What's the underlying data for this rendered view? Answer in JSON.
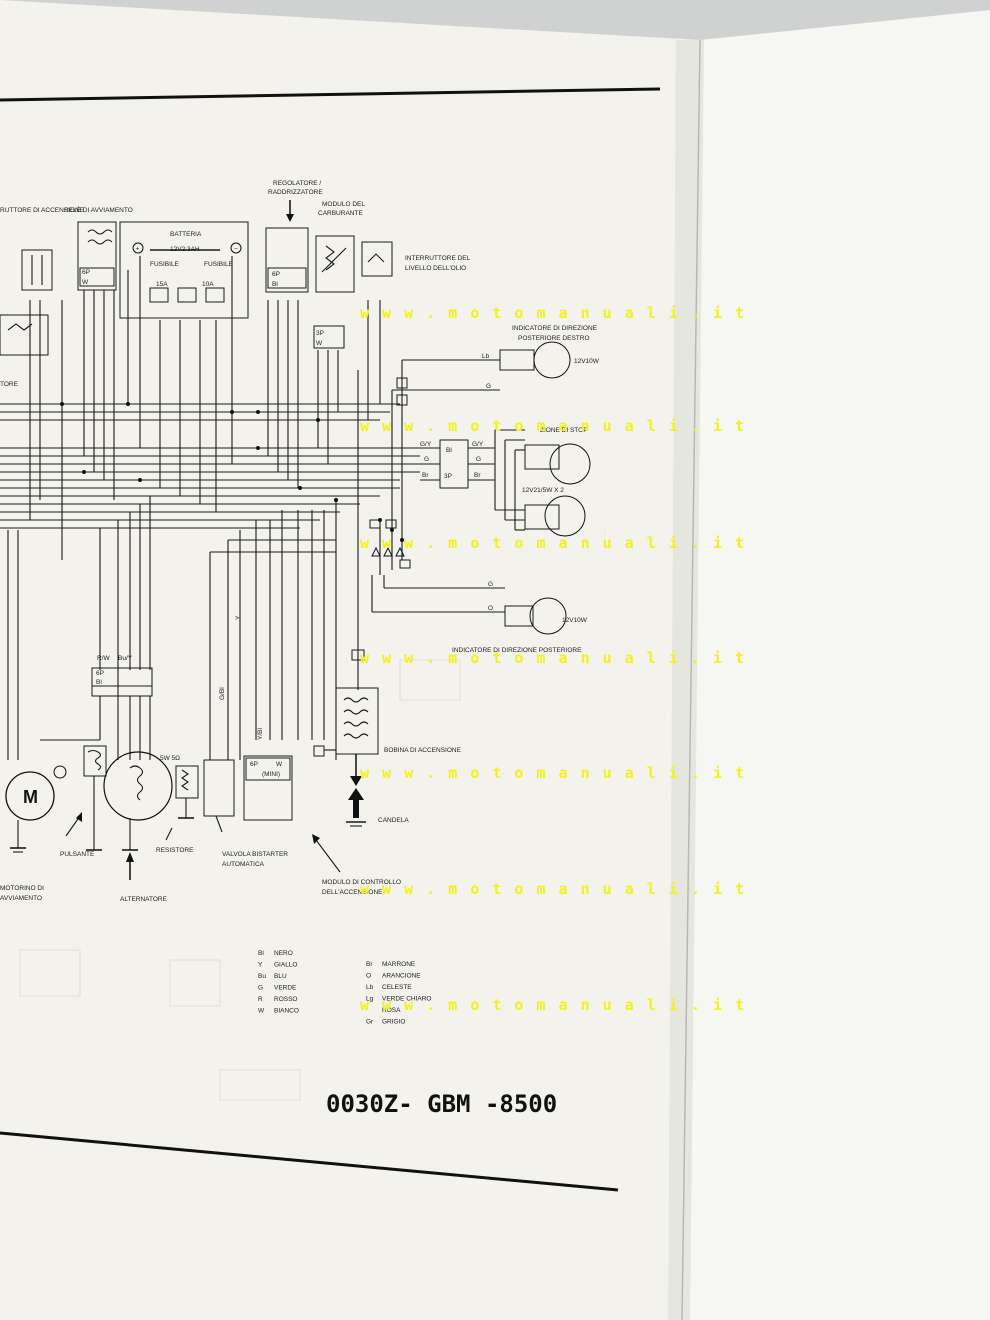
{
  "labels": {
    "rele_avviamento": "RELÈ DI AVVIAMENTO",
    "interruttore_accensione": "RUTTORE DI ACCENSIONE",
    "batteria": "BATTERIA",
    "batteria_spec": "12V2.3AH",
    "fusibile_1": "FUSIBILE",
    "fusibile_2": "FUSIBILE",
    "fuse_15a": "15A",
    "fuse_10a": "10A",
    "regolatore_1": "REGOLATORE /",
    "regolatore_2": "RADDRIZZATORE",
    "modulo_carb_1": "MODULO DEL",
    "modulo_carb_2": "CARBURANTE",
    "livello_olio_1": "INTERRUTTORE DEL",
    "livello_olio_2": "LIVELLO DELL'OLIO",
    "ind_post_dx_1": "INDICATORE DI DIREZIONE",
    "ind_post_dx_2": "POSTERIORE DESTRO",
    "bulb_12v10w_a": "12V10W",
    "stop_label": "ZIONE DI STOP",
    "bulb_12v21": "12V21/5W X 2",
    "bulb_12v10w_b": "12V10W",
    "ind_post_sx": "INDICATORE DI DIREZIONE POSTERIORE",
    "bobina": "BOBINA DI ACCENSIONE",
    "candela": "CANDELA",
    "resistore": "RESISTORE",
    "resistore_val": "5W 5Ω",
    "valvola_1": "VALVOLA BISTARTER",
    "valvola_2": "AUTOMATICA",
    "modulo_acc_1": "MODULO DI CONTROLLO",
    "modulo_acc_2": "DELL'ACCENSIONE",
    "pulsante": "PULSANTE",
    "alternatore": "ALTERNATORE",
    "motorino_1": "MOTORINO DI",
    "motorino_2": "AVVIAMENTO",
    "motor_symbol": "M",
    "tore": "TORE",
    "conn_6p": "6P",
    "conn_3p": "3P",
    "conn_mini": "(MINI)",
    "wire_lb": "Lb",
    "wire_g": "G",
    "wire_gy": "G/Y",
    "wire_br": "Br",
    "wire_o": "O",
    "wire_bl": "Bl",
    "wire_w": "W",
    "wire_y": "Y",
    "wire_buy": "Bu/Y",
    "wire_rw": "R/W",
    "wire_gbl": "G/Bl",
    "wire_ybl": "Y/Bl"
  },
  "legend_left": [
    {
      "code": "Bl",
      "name": "NERO"
    },
    {
      "code": "Y",
      "name": "GIALLO"
    },
    {
      "code": "Bu",
      "name": "BLU"
    },
    {
      "code": "G",
      "name": "VERDE"
    },
    {
      "code": "R",
      "name": "ROSSO"
    },
    {
      "code": "W",
      "name": "BIANCO"
    }
  ],
  "legend_right": [
    {
      "code": "Br",
      "name": "MARRONE"
    },
    {
      "code": "O",
      "name": "ARANCIONE"
    },
    {
      "code": "Lb",
      "name": "CELESTE"
    },
    {
      "code": "Lg",
      "name": "VERDE CHIARO"
    },
    {
      "code": "",
      "name": "ROSA"
    },
    {
      "code": "Gr",
      "name": "GRIGIO"
    }
  ],
  "part_code": "0030Z- GBM -8500",
  "watermark": "w w w . m o t o m a n u a l i . i t",
  "colors": {
    "paper": "#f3f2ec",
    "paper_right": "#f6f6f3",
    "background": "#cfd2d0",
    "ink": "#1a1a1a",
    "watermark": "#f2f21a"
  }
}
